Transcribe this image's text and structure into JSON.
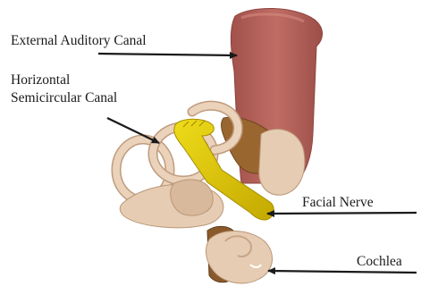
{
  "labels": {
    "external_auditory_canal": "External Auditory Canal",
    "horizontal_semicircular_canal": [
      "Horizontal",
      "Semicircular Canal"
    ],
    "facial_nerve": "Facial Nerve",
    "cochlea": "Cochlea"
  },
  "colors": {
    "canal": "#b4615a",
    "bone": "#e3c6ad",
    "bone_dark": "#bf8f6c",
    "nerve": "#d7c000",
    "tissue_brown": "#8b5a2b",
    "arrow": "#1a1a1a"
  }
}
